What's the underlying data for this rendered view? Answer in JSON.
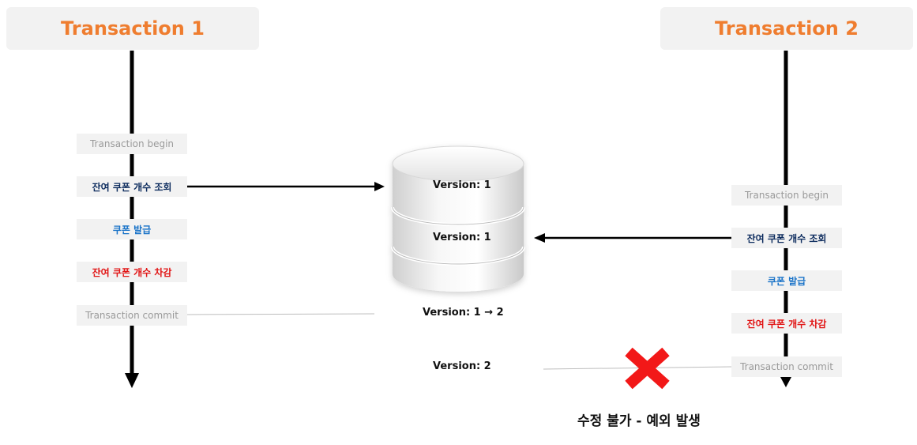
{
  "transaction1": {
    "title": "Transaction 1",
    "steps": {
      "begin": "Transaction begin",
      "read": "잔여 쿠폰 개수 조회",
      "issue": "쿠폰 발급",
      "decrement": "잔여 쿠폰 개수 차감",
      "commit": "Transaction commit"
    }
  },
  "transaction2": {
    "title": "Transaction 2",
    "steps": {
      "begin": "Transaction begin",
      "read": "잔여 쿠폰 개수 조회",
      "issue": "쿠폰 발급",
      "decrement": "잔여 쿠폰 개수 차감",
      "commit": "Transaction commit"
    }
  },
  "database": {
    "version_top": "Version: 1",
    "version_middle": "Version: 1",
    "version_change": "Version: 1 → 2",
    "version_current": "Version: 2"
  },
  "result": {
    "exception": "수정 불가 - 예외 발생"
  },
  "colors": {
    "accent_orange": "#ef7d2f",
    "navy": "#0d2c5e",
    "blue": "#1a73c8",
    "red": "#e11515",
    "gray_text": "#9a9a9a",
    "box_bg": "#f2f2f2"
  },
  "icons": {
    "database": "database-cylinder-icon",
    "failure": "red-x-icon"
  }
}
